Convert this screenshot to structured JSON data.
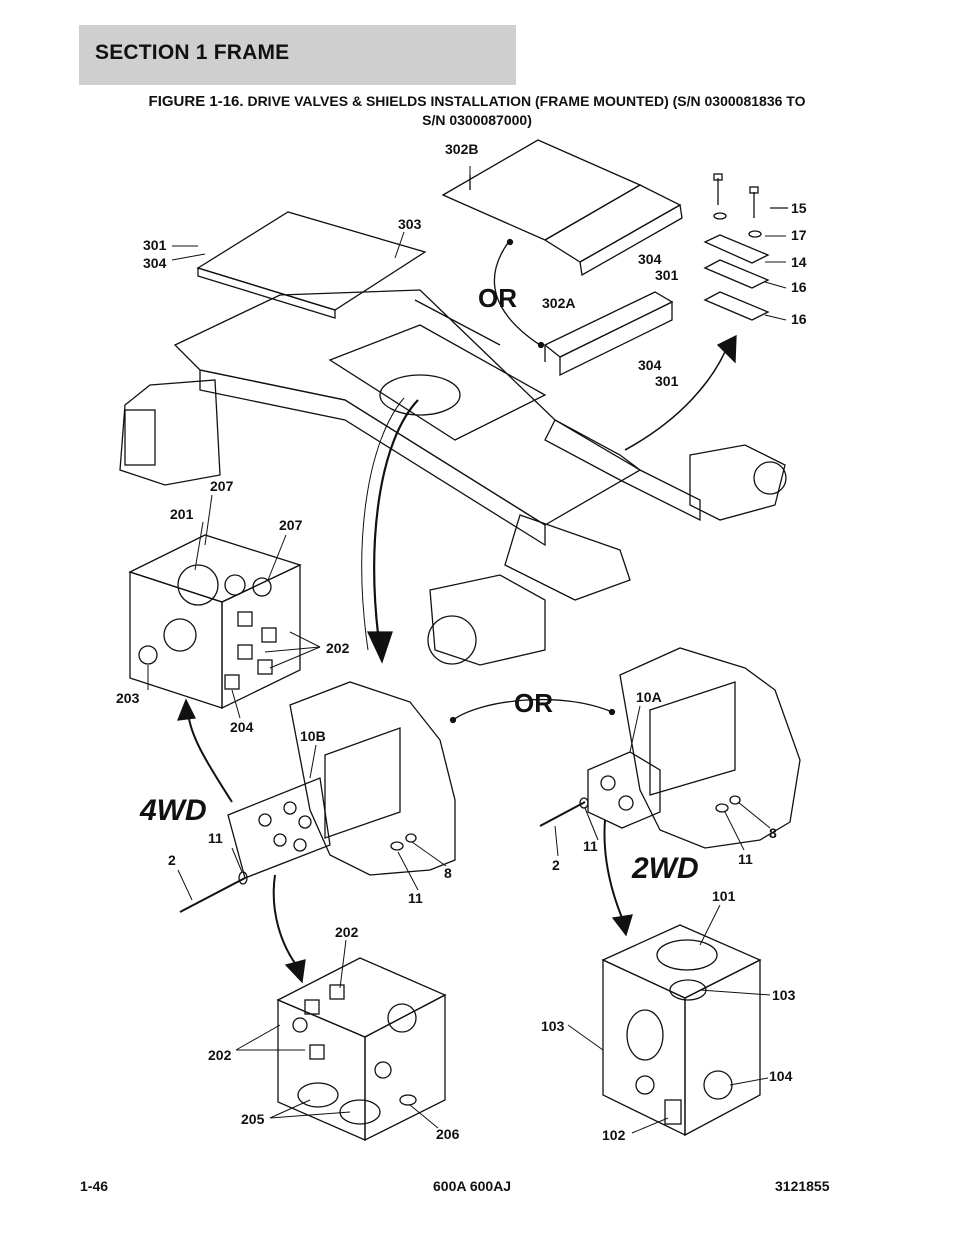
{
  "header": {
    "section": "SECTION 1  FRAME"
  },
  "figure": {
    "prefix": "FIGURE 1-16.",
    "title_line1": "DRIVE VALVES & SHIELDS INSTALLATION (FRAME MOUNTED) (S/N 0300081836 TO",
    "title_line2": "S/N 0300087000)"
  },
  "callouts": {
    "c302B": "302B",
    "c303": "303",
    "c301a": "301",
    "c304a": "304",
    "c15": "15",
    "c17": "17",
    "c14": "14",
    "c16a": "16",
    "c16b": "16",
    "c304b": "304",
    "c301b": "301",
    "c302A": "302A",
    "c304c": "304",
    "c301c": "301",
    "c207a": "207",
    "c201": "201",
    "c207b": "207",
    "c202a": "202",
    "c203": "203",
    "c204": "204",
    "c10B": "10B",
    "c11a": "11",
    "c2a": "2",
    "c8a": "8",
    "c11b": "11",
    "c10A": "10A",
    "c8b": "8",
    "c11c": "11",
    "c11d": "11",
    "c2b": "2",
    "c202b": "202",
    "c202c": "202",
    "c205": "205",
    "c206": "206",
    "c101": "101",
    "c103a": "103",
    "c103b": "103",
    "c104": "104",
    "c102": "102"
  },
  "markers": {
    "or_top": "OR",
    "or_mid": "OR",
    "wd4": "4WD",
    "wd2": "2WD"
  },
  "footer": {
    "page": "1-46",
    "model": "600A 600AJ",
    "part_no": "3121855"
  }
}
